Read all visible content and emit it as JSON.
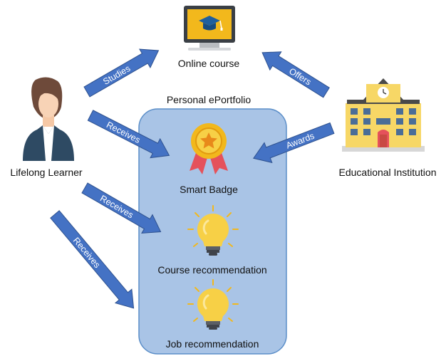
{
  "container": {
    "title": "Personal ePortfolio"
  },
  "nodes": {
    "learner": {
      "label": "Lifelong Learner",
      "icon": "person-icon"
    },
    "institution": {
      "label": "Educational Institution",
      "icon": "school-building-icon"
    },
    "course": {
      "label": "Online course",
      "icon": "laptop-graduation-cap-icon"
    },
    "badge": {
      "label": "Smart Badge",
      "icon": "award-medal-icon"
    },
    "course_rec": {
      "label": "Course recommendation",
      "icon": "lightbulb-icon"
    },
    "job_rec": {
      "label": "Job recommendation",
      "icon": "lightbulb-icon"
    }
  },
  "edges": {
    "studies": {
      "label": "Studies",
      "from": "Lifelong Learner",
      "to": "Online course"
    },
    "offers": {
      "label": "Offers",
      "from": "Educational Institution",
      "to": "Online course"
    },
    "receives_badge": {
      "label": "Receives",
      "from": "Lifelong Learner",
      "to": "Smart Badge"
    },
    "awards": {
      "label": "Awards",
      "from": "Educational Institution",
      "to": "Smart Badge"
    },
    "receives_course_rec": {
      "label": "Receives",
      "from": "Lifelong Learner",
      "to": "Course recommendation"
    },
    "receives_job_rec": {
      "label": "Receives",
      "from": "Lifelong Learner",
      "to": "Job recommendation"
    }
  },
  "colors": {
    "arrow_fill": "#4472c4",
    "arrow_stroke": "#2f528f",
    "container_fill": "#a9c4e6",
    "container_stroke": "#5b8ec8",
    "bulb": "#f7d046",
    "medal": "#f2b81c",
    "ribbon": "#e5525b",
    "building": "#f7d766",
    "roof": "#4a4a4a"
  }
}
